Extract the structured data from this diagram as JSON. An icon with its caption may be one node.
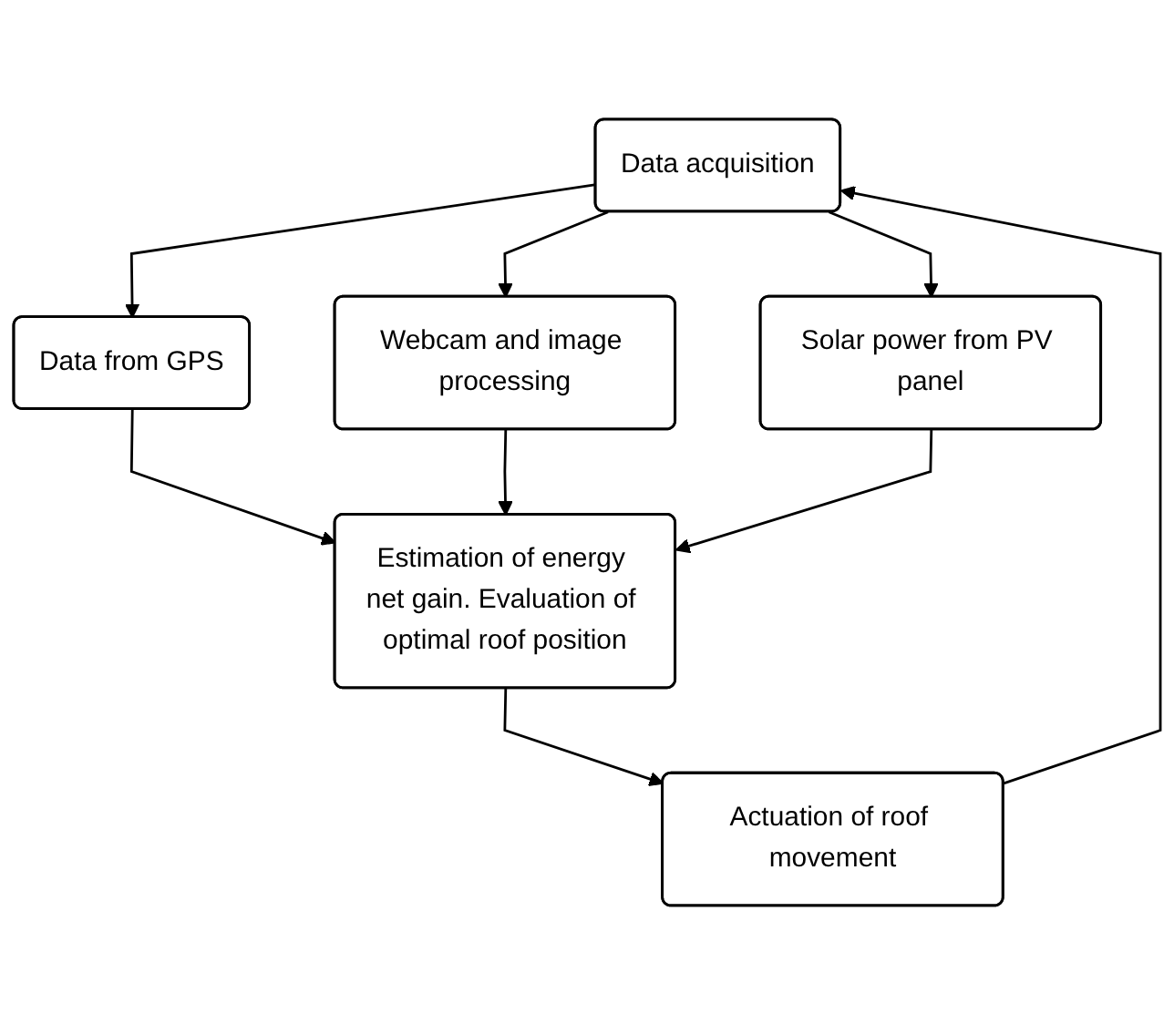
{
  "diagram": {
    "nodes": [
      {
        "text": [
          "Data acquisition"
        ]
      },
      {
        "text": [
          "Data from GPS"
        ]
      },
      {
        "text": [
          "Webcam and image processing"
        ]
      },
      {
        "text": [
          "Solar power from PV panel"
        ]
      },
      {
        "text": [
          "Estimation of energy net gain. Evaluation of optimal roof position"
        ]
      },
      {
        "text": [
          "Actuation of roof movement"
        ]
      }
    ],
    "edges": [
      {
        "from": 0,
        "to": 1,
        "arrow": "to"
      },
      {
        "from": 0,
        "to": 2,
        "arrow": "to"
      },
      {
        "from": 0,
        "to": 3,
        "arrow": "to"
      },
      {
        "from": 1,
        "to": 4,
        "arrow": "to"
      },
      {
        "from": 2,
        "to": 4,
        "arrow": "to"
      },
      {
        "from": 3,
        "to": 4,
        "arrow": "to"
      },
      {
        "from": 4,
        "to": 5,
        "arrow": "to"
      },
      {
        "from": 5,
        "to": 0,
        "arrow": "to"
      }
    ]
  }
}
